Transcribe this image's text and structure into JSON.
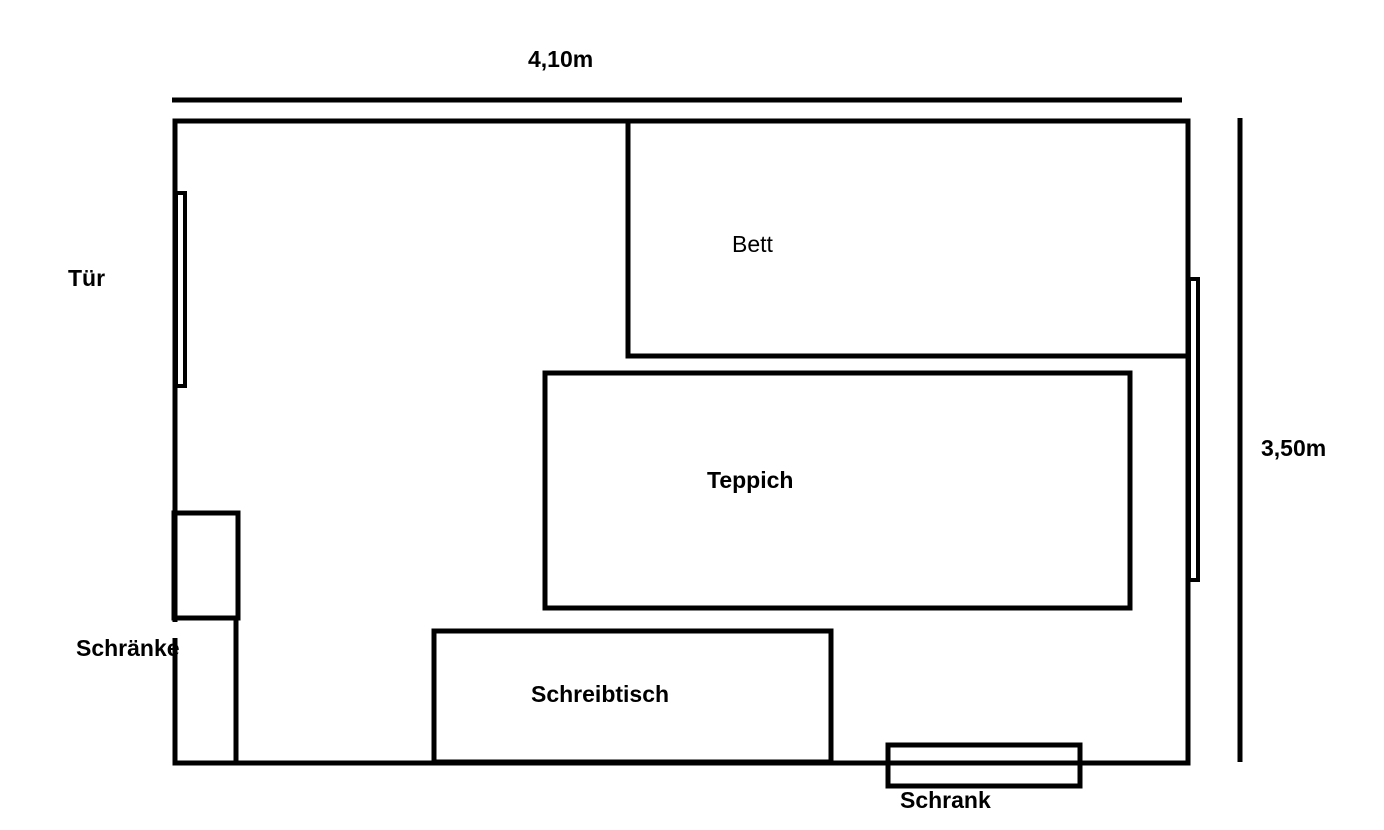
{
  "dimensions": {
    "width_label": "4,10m",
    "height_label": "3,50m"
  },
  "labels": {
    "door": "Tür",
    "bed": "Bett",
    "rug": "Teppich",
    "cabinets": "Schränke",
    "desk": "Schreibtisch",
    "wardrobe": "Schrank"
  },
  "colors": {
    "stroke": "#000000",
    "background": "#ffffff"
  }
}
